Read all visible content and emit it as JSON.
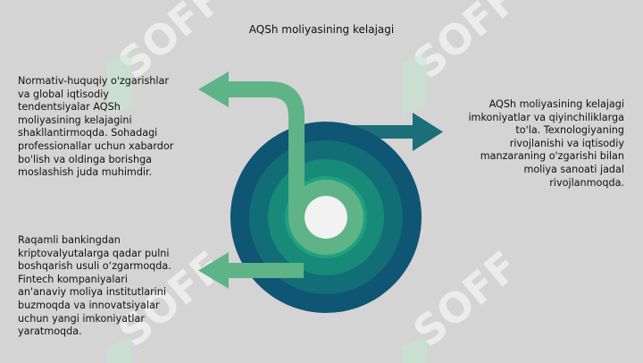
{
  "title": "AQSh moliyasining kelajagi",
  "blocks": {
    "left_top": "Normativ-huquqiy o'zgarishlar\nva global iqtisodiy\ntendentsiyalar AQSh\nmoliyasining kelajagini\nshakllantirmoqda. Sohadagi\nprofessionallar uchun xabardor\nbo'lish va oldinga borishga\nmoslashish juda muhimdir.",
    "right": "AQSh moliyasining kelajagi\nimkoniyatlar va qiyinchiliklarga\nto'la. Texnologiyaning\nrivojlanishi va iqtisodiy\nmanzaraning o'zgarishi bilan\nmoliya sanoati jadal\nrivojlanmoqda.",
    "left_bottom": "Raqamli bankingdan\nkriptovalyutalarga qadar pulni\nboshqarish usuli o‘zgarmoqda.\nFintech kompaniyalari\nan'anaviy moliya institutlarini\nbuzmoqda va innovatsiyalar\nuchun yangi imkoniyatlar\nyaratmoqda."
  },
  "watermark": "SOFF",
  "colors": {
    "background": "#d4d4d4",
    "ring_outer": "#0f5574",
    "ring_2": "#126e76",
    "ring_3": "#178a78",
    "ring_inner": "#1fa17f",
    "arrow_light": "#5fb487",
    "arrow_dark": "#1a6f79",
    "watermark": "#ffffff"
  }
}
